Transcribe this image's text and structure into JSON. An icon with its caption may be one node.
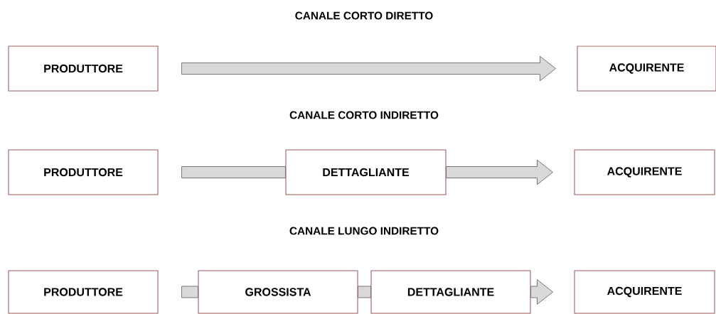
{
  "diagram": {
    "nodes": [
      {
        "text": [
          "PRODUTTORE"
        ]
      },
      {
        "text": [
          "ACQUIRENTE"
        ]
      },
      {
        "text": [
          "PRODUTTORE"
        ]
      },
      {
        "text": [
          "DETTAGLIANTE"
        ]
      },
      {
        "text": [
          "ACQUIRENTE"
        ]
      },
      {
        "text": [
          "PRODUTTORE"
        ]
      },
      {
        "text": [
          "GROSSISTA"
        ]
      },
      {
        "text": [
          "DETTAGLIANTE"
        ]
      },
      {
        "text": [
          "ACQUIRENTE"
        ]
      }
    ],
    "edges": [
      {
        "from": 0,
        "to": 1,
        "arrow": "to"
      },
      {
        "from": 2,
        "to": 3,
        "arrow": "none"
      },
      {
        "from": 3,
        "to": 4,
        "arrow": "to"
      },
      {
        "from": 5,
        "to": 6,
        "arrow": "none"
      },
      {
        "from": 6,
        "to": 7,
        "arrow": "none"
      },
      {
        "from": 7,
        "to": 8,
        "arrow": "to"
      }
    ],
    "labels": [
      "CANALE CORTO DIRETTO",
      "CANALE CORTO INDIRETTO",
      "CANALE LUNGO INDIRETTO"
    ]
  }
}
